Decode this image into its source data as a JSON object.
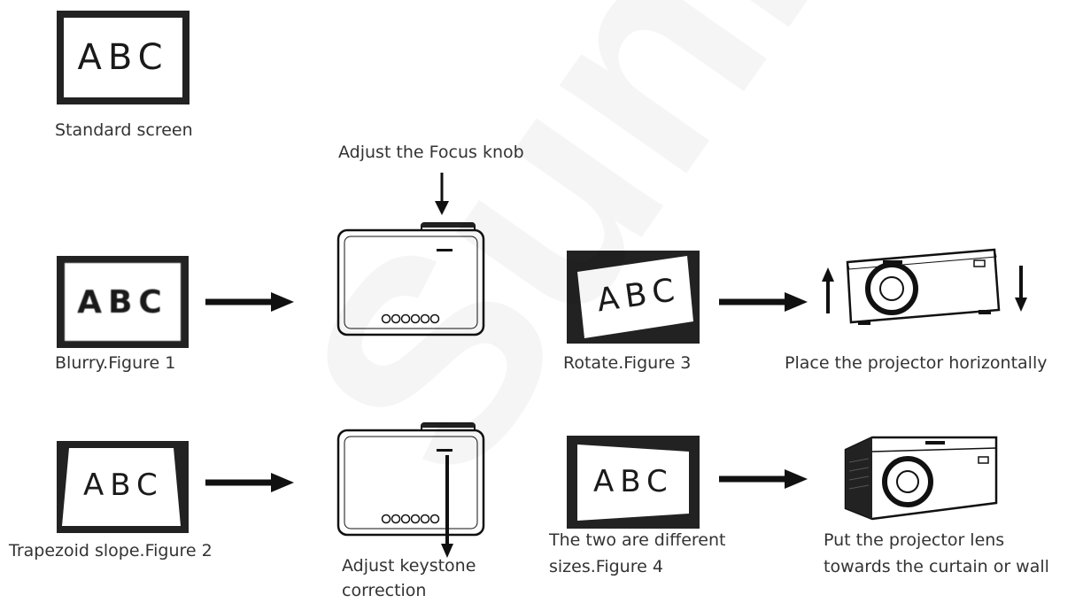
{
  "standard": {
    "screen_text": "ABC",
    "caption": "Standard screen"
  },
  "focus": {
    "caption": "Adjust the Focus knob"
  },
  "row1": {
    "blurry_text": "ABC",
    "blurry_caption": "Blurry.Figure 1",
    "rotate_text": "ABC",
    "rotate_caption": "Rotate.Figure 3",
    "place_caption": "Place the projector horizontally"
  },
  "row2": {
    "trap_text": "ABC",
    "trap_caption": "Trapezoid slope.Figure 2",
    "keystone_caption_1": "Adjust keystone",
    "keystone_caption_2": "correction",
    "sizes_text": "ABC",
    "sizes_caption_1": "The two are different",
    "sizes_caption_2": "sizes.Figure 4",
    "lens_caption_1": "Put the projector lens",
    "lens_caption_2": "towards the curtain or wall"
  },
  "watermark": {
    "text": "Sunny"
  },
  "colors": {
    "frame": "#222222",
    "text": "#333333",
    "arrow": "#111111"
  }
}
